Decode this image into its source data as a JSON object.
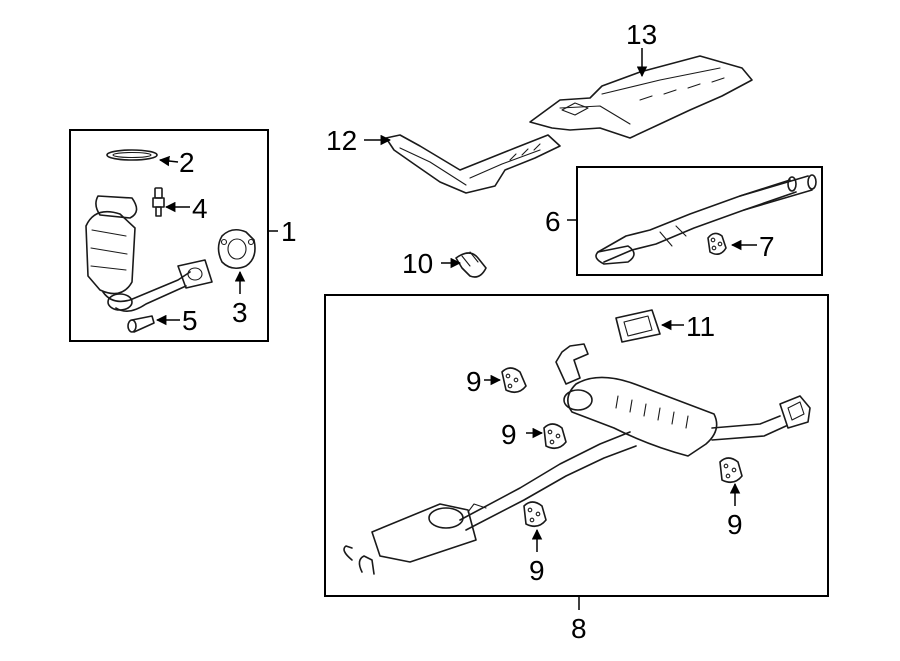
{
  "callouts": {
    "c1": "1",
    "c2": "2",
    "c3": "3",
    "c4": "4",
    "c5": "5",
    "c6": "6",
    "c7": "7",
    "c8": "8",
    "c9a": "9",
    "c9b": "9",
    "c9c": "9",
    "c9d": "9",
    "c10": "10",
    "c11": "11",
    "c12": "12",
    "c13": "13"
  }
}
